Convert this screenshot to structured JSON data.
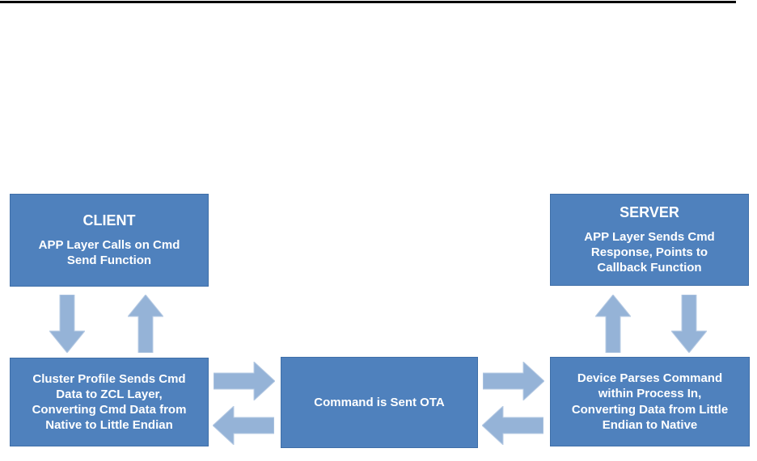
{
  "page": {
    "background": "#ffffff",
    "top_rule_color": "#000000"
  },
  "colors": {
    "box_fill": "#4f81bd",
    "box_border": "#3f6fa8",
    "arrow_fill": "#95b3d7",
    "arrow_edge": "#b9cce4",
    "text": "#ffffff"
  },
  "diagram": {
    "client_box": {
      "title": "CLIENT",
      "lines": [
        "APP Layer Calls on Cmd",
        "Send Function"
      ]
    },
    "server_box": {
      "title": "SERVER",
      "lines": [
        "APP Layer Sends Cmd",
        "Response, Points to",
        "Callback Function"
      ]
    },
    "cluster_box": {
      "lines": [
        "Cluster Profile Sends Cmd",
        "Data to ZCL Layer,",
        "Converting Cmd Data from",
        "Native to Little Endian"
      ]
    },
    "ota_box": {
      "lines": [
        "Command is Sent OTA"
      ]
    },
    "device_box": {
      "lines": [
        "Device Parses Command",
        "within Process In,",
        "Converting Data from Little",
        "Endian to Native"
      ]
    },
    "arrows": [
      {
        "name": "client-to-cluster-down-arrow",
        "direction": "down"
      },
      {
        "name": "cluster-to-client-up-arrow",
        "direction": "up"
      },
      {
        "name": "device-to-server-up-arrow",
        "direction": "up"
      },
      {
        "name": "server-to-device-down-arrow",
        "direction": "down"
      },
      {
        "name": "cluster-to-ota-right-arrow",
        "direction": "right"
      },
      {
        "name": "ota-to-cluster-left-arrow",
        "direction": "left"
      },
      {
        "name": "ota-to-device-right-arrow",
        "direction": "right"
      },
      {
        "name": "device-to-ota-left-arrow",
        "direction": "left"
      }
    ]
  }
}
